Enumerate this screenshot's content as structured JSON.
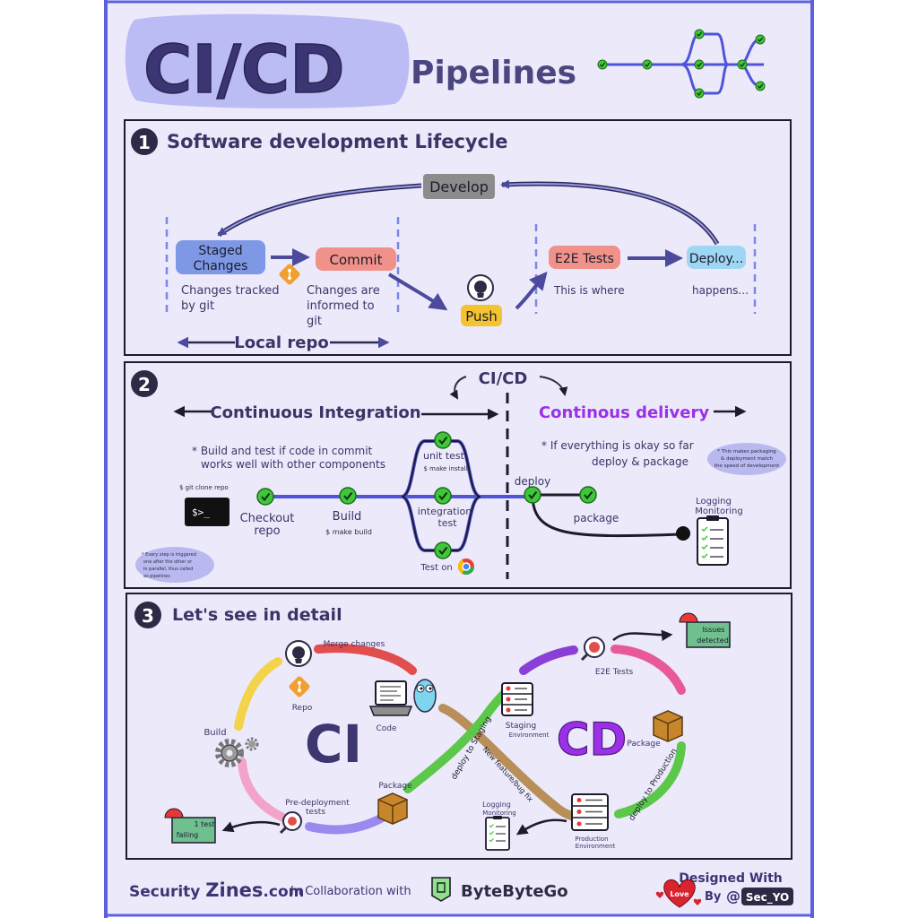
{
  "title": {
    "main": "CI/CD",
    "sub": "Pipelines"
  },
  "section1": {
    "number": "1",
    "heading": "Software development Lifecycle",
    "develop": "Develop",
    "staged_line1": "Staged",
    "staged_line2": "Changes",
    "commit": "Commit",
    "push": "Push",
    "e2e": "E2E Tests",
    "deploy": "Deploy...",
    "note_tracked_1": "Changes tracked",
    "note_tracked_2": "by git",
    "note_informed_1": "Changes are",
    "note_informed_2": "informed to",
    "note_informed_3": "git",
    "note_where": "This is where",
    "note_happens": "happens...",
    "local_repo": "Local repo"
  },
  "section2": {
    "number": "2",
    "cicd": "CI/CD",
    "ci": "Continuous Integration",
    "cd": "Continous delivery",
    "ci_note_1": "* Build and test if code in commit",
    "ci_note_2": "works well with other components",
    "cd_note_1": "* If everything is okay so far",
    "cd_note_2": "deploy & package",
    "bubble_cd_1": "* This makes packaging",
    "bubble_cd_2": "& deployment match",
    "bubble_cd_3": "the speed of development",
    "git_clone": "$ git clone repo",
    "terminal": "$>_",
    "checkout_1": "Checkout",
    "checkout_2": "repo",
    "build": "Build",
    "make_build": "$ make build",
    "unit_test": "unit test",
    "make_install": "$ make install",
    "integration_1": "integration",
    "integration_2": "test",
    "test_on": "Test on",
    "deploy": "deploy",
    "package": "package",
    "logging_1": "Logging",
    "logging_2": "Monitoring",
    "bubble_pipe_1": "* Every step is triggered",
    "bubble_pipe_2": "one after the other or",
    "bubble_pipe_3": "in parallel, thus called",
    "bubble_pipe_4": "as pipelines"
  },
  "section3": {
    "number": "3",
    "heading": "Let's see in detail",
    "ci": "CI",
    "cd": "CD",
    "merge": "Merge changes",
    "repo": "Repo",
    "code": "Code",
    "build": "Build",
    "package_ci": "Package",
    "predeploy_1": "Pre-deployment",
    "predeploy_2": "tests",
    "test_fail_1": "1 test",
    "test_fail_2": "failing",
    "deploy_staging": "deploy to Staging",
    "new_feature": "New feature/bug fix",
    "staging_1": "Staging",
    "staging_2": "Environment",
    "e2e": "E2E Tests",
    "issues_1": "Issues",
    "issues_2": "detected",
    "package_cd": "Package",
    "deploy_prod": "deploy to Production",
    "prod_1": "Production",
    "prod_2": "Environment",
    "logging_1": "Logging",
    "logging_2": "Monitoring"
  },
  "footer": {
    "brand_security": "Security ",
    "brand_zines": "Zines",
    "brand_com": ".com",
    "collab": "In Collaboration with",
    "bbg": "ByteByteGo",
    "designed": "Designed With",
    "love": "Love",
    "by": "By",
    "at": "@",
    "handle": "Sec_YO"
  },
  "colors": {
    "page_bg": "#ece9fb",
    "border": "#5b5fe0",
    "ink": "#2d2a45",
    "arrow": "#4b4a9c",
    "ci_purple": "#3d3770",
    "cd_purple": "#9b30e8",
    "check_green": "#3fc63a"
  }
}
